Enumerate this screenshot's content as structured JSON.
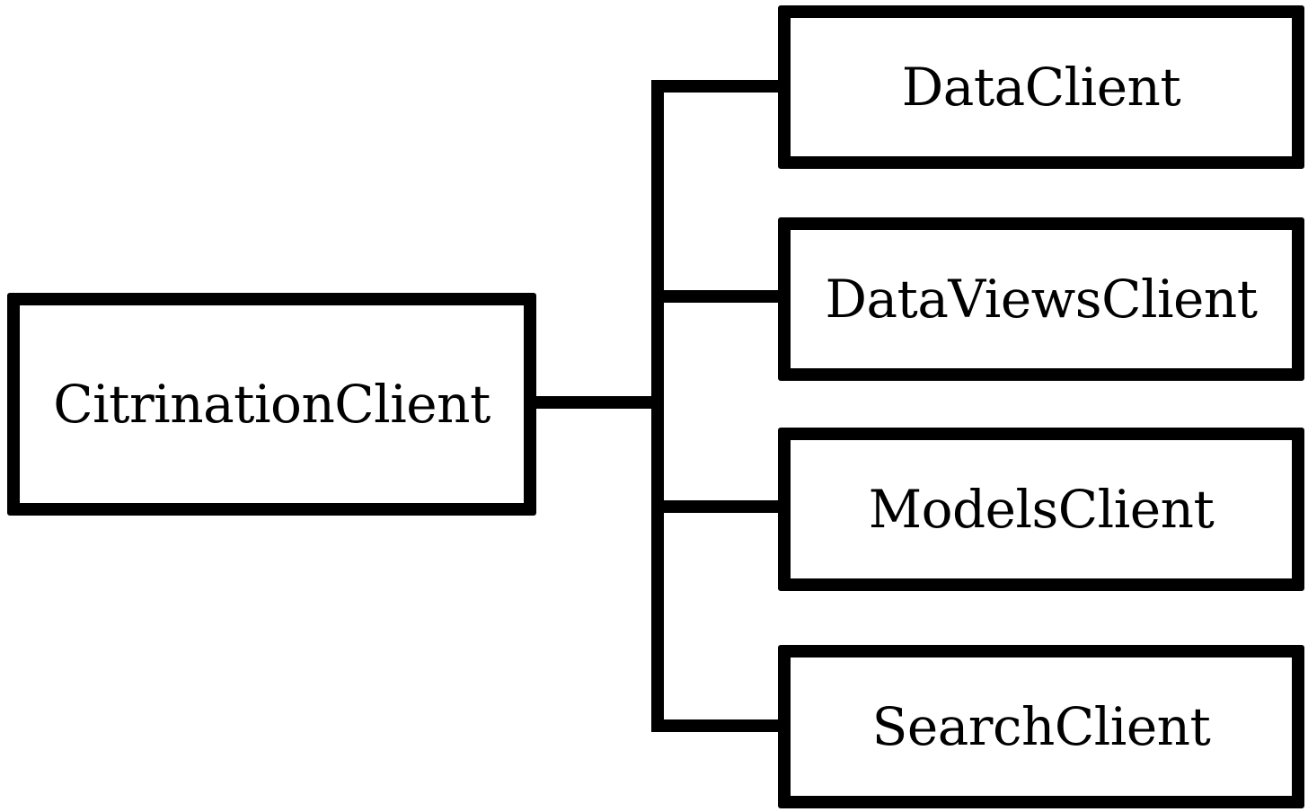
{
  "diagram": {
    "root": {
      "label": "CitrinationClient"
    },
    "children": [
      {
        "label": "DataClient"
      },
      {
        "label": "DataViewsClient"
      },
      {
        "label": "ModelsClient"
      },
      {
        "label": "SearchClient"
      }
    ]
  },
  "colors": {
    "stroke": "#000000",
    "background": "#ffffff"
  }
}
